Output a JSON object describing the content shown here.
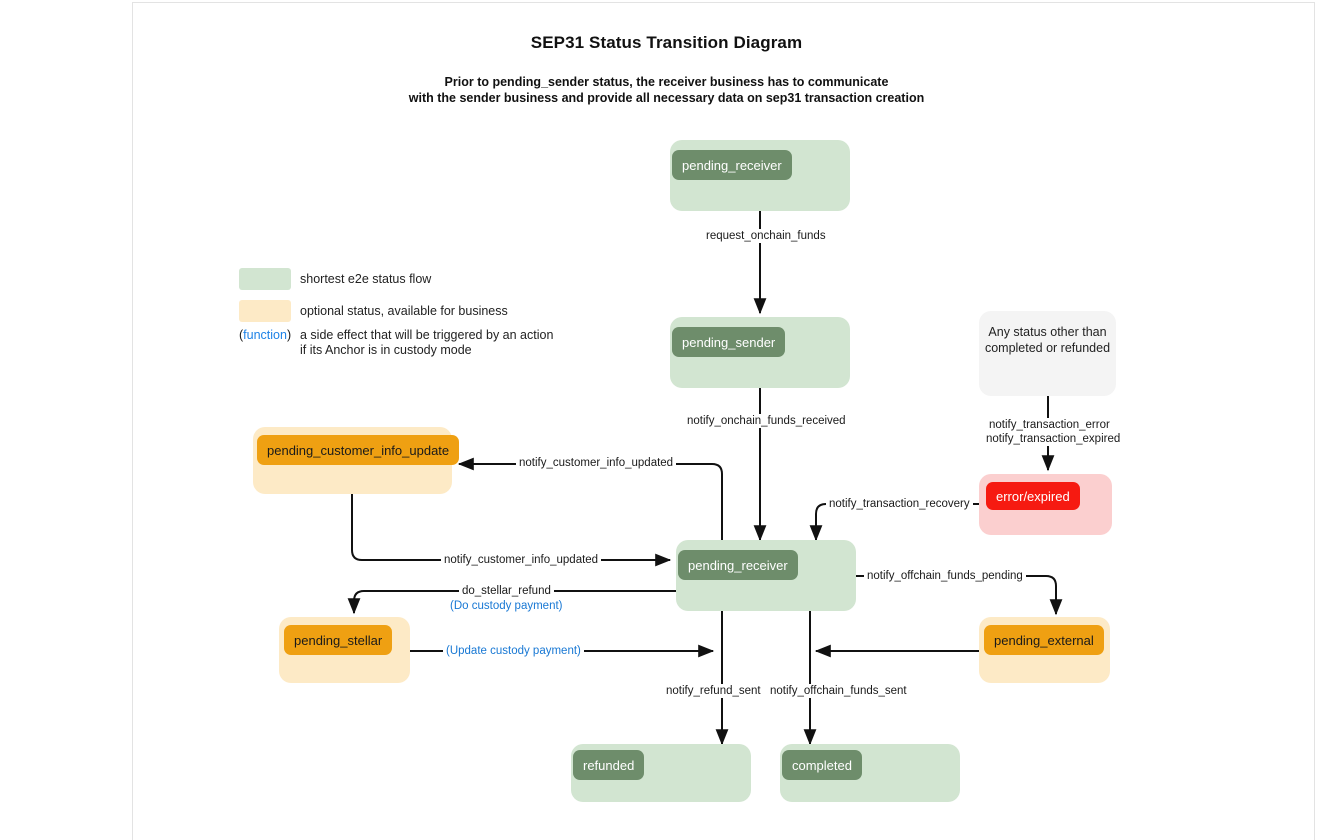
{
  "header": {
    "title": "SEP31 Status Transition Diagram",
    "subtitle_line1": "Prior to pending_sender status, the receiver business has to communicate",
    "subtitle_line2": "with the sender business and provide all necessary data on sep31 transaction creation"
  },
  "colors": {
    "green_box": "#d2e5d1",
    "green_chip": "#6e8d6b",
    "orange_box": "#fdeac6",
    "orange_chip": "#efa012",
    "red_box": "#fbcfcf",
    "red_chip": "#f61a11",
    "gray_box": "#f4f4f4",
    "function_blue": "#1e82e6"
  },
  "legend": {
    "items": [
      {
        "swatch": "green",
        "label": "shortest e2e status flow"
      },
      {
        "swatch": "orange",
        "label": "optional status, available for business"
      }
    ],
    "function_marker": {
      "open": "(",
      "word": "function",
      "close": ")"
    },
    "function_desc_line1": "a side effect that will be triggered by an action",
    "function_desc_line2": "if its Anchor is in custody mode"
  },
  "nodes": {
    "pending_receiver_top": {
      "label": "pending_receiver",
      "style": "green"
    },
    "pending_sender": {
      "label": "pending_sender",
      "style": "green"
    },
    "any_status": {
      "line1": "Any status other than",
      "line2": "completed or refunded",
      "style": "gray"
    },
    "error_expired": {
      "label": "error/expired",
      "style": "red"
    },
    "pending_customer_info_update": {
      "label": "pending_customer_info_update",
      "style": "orange"
    },
    "pending_receiver_mid": {
      "label": "pending_receiver",
      "style": "green"
    },
    "pending_stellar": {
      "label": "pending_stellar",
      "style": "orange"
    },
    "pending_external": {
      "label": "pending_external",
      "style": "orange"
    },
    "refunded": {
      "label": "refunded",
      "style": "green"
    },
    "completed": {
      "label": "completed",
      "style": "green"
    }
  },
  "edges": {
    "request_onchain_funds": "request_onchain_funds",
    "notify_onchain_funds_received": "notify_onchain_funds_received",
    "notify_transaction_error": "notify_transaction_error",
    "notify_transaction_expired": "notify_transaction_expired",
    "notify_transaction_recovery": "notify_transaction_recovery",
    "notify_customer_info_updated_out": "notify_customer_info_updated",
    "notify_customer_info_updated_in": "notify_customer_info_updated",
    "do_stellar_refund": "do_stellar_refund",
    "do_custody_payment": "(Do custody payment)",
    "update_custody_payment": "(Update custody payment)",
    "notify_offchain_funds_pending": "notify_offchain_funds_pending",
    "notify_refund_sent": "notify_refund_sent",
    "notify_offchain_funds_sent": "notify_offchain_funds_sent"
  }
}
